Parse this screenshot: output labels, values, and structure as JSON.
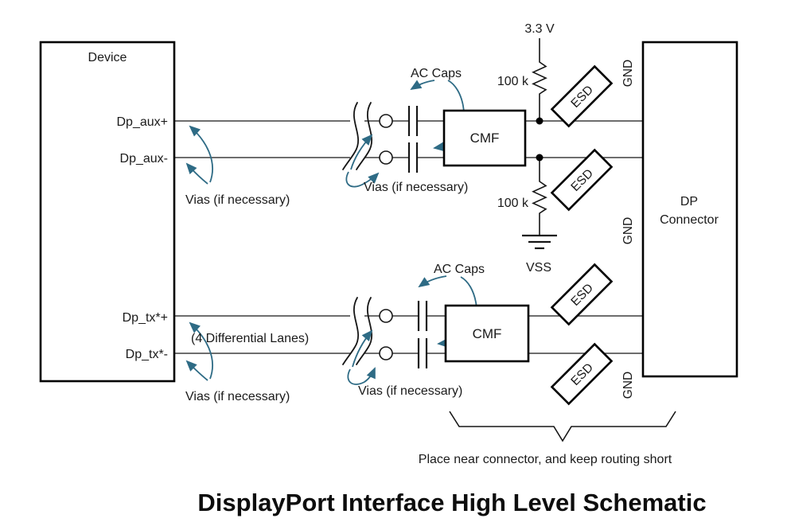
{
  "title": "DisplayPort Interface High Level Schematic",
  "device": {
    "label": "Device"
  },
  "connector": {
    "line1": "DP",
    "line2": "Connector"
  },
  "pins": {
    "aux_p": "Dp_aux+",
    "aux_n": "Dp_aux-",
    "tx_p": "Dp_tx*+",
    "tx_n": "Dp_tx*-"
  },
  "power": {
    "rail": "3.3 V",
    "pullup": "100 k",
    "pulldown": "100 k",
    "vss": "VSS"
  },
  "parts": {
    "cmf_aux": "CMF",
    "cmf_tx": "CMF",
    "esd_aux_p": "ESD",
    "esd_aux_n": "ESD",
    "esd_tx_p": "ESD",
    "esd_tx_n": "ESD",
    "gnd_top": "GND",
    "gnd_mid": "GND",
    "gnd_bottom": "GND"
  },
  "notes": {
    "lanes": "(4 Differential Lanes)",
    "ac_caps_aux": "AC Caps",
    "ac_caps_tx": "AC Caps",
    "vias_aux_device": "Vias (if necessary)",
    "vias_aux_mid": "Vias (if necessary)",
    "vias_tx_device": "Vias (if necessary)",
    "vias_tx_mid": "Vias (if necessary)",
    "placement": "Place near connector, and keep routing short"
  },
  "colors": {
    "accent": "#2e6b85",
    "wire": "#3d3d3d",
    "component_stroke": "#000000"
  }
}
